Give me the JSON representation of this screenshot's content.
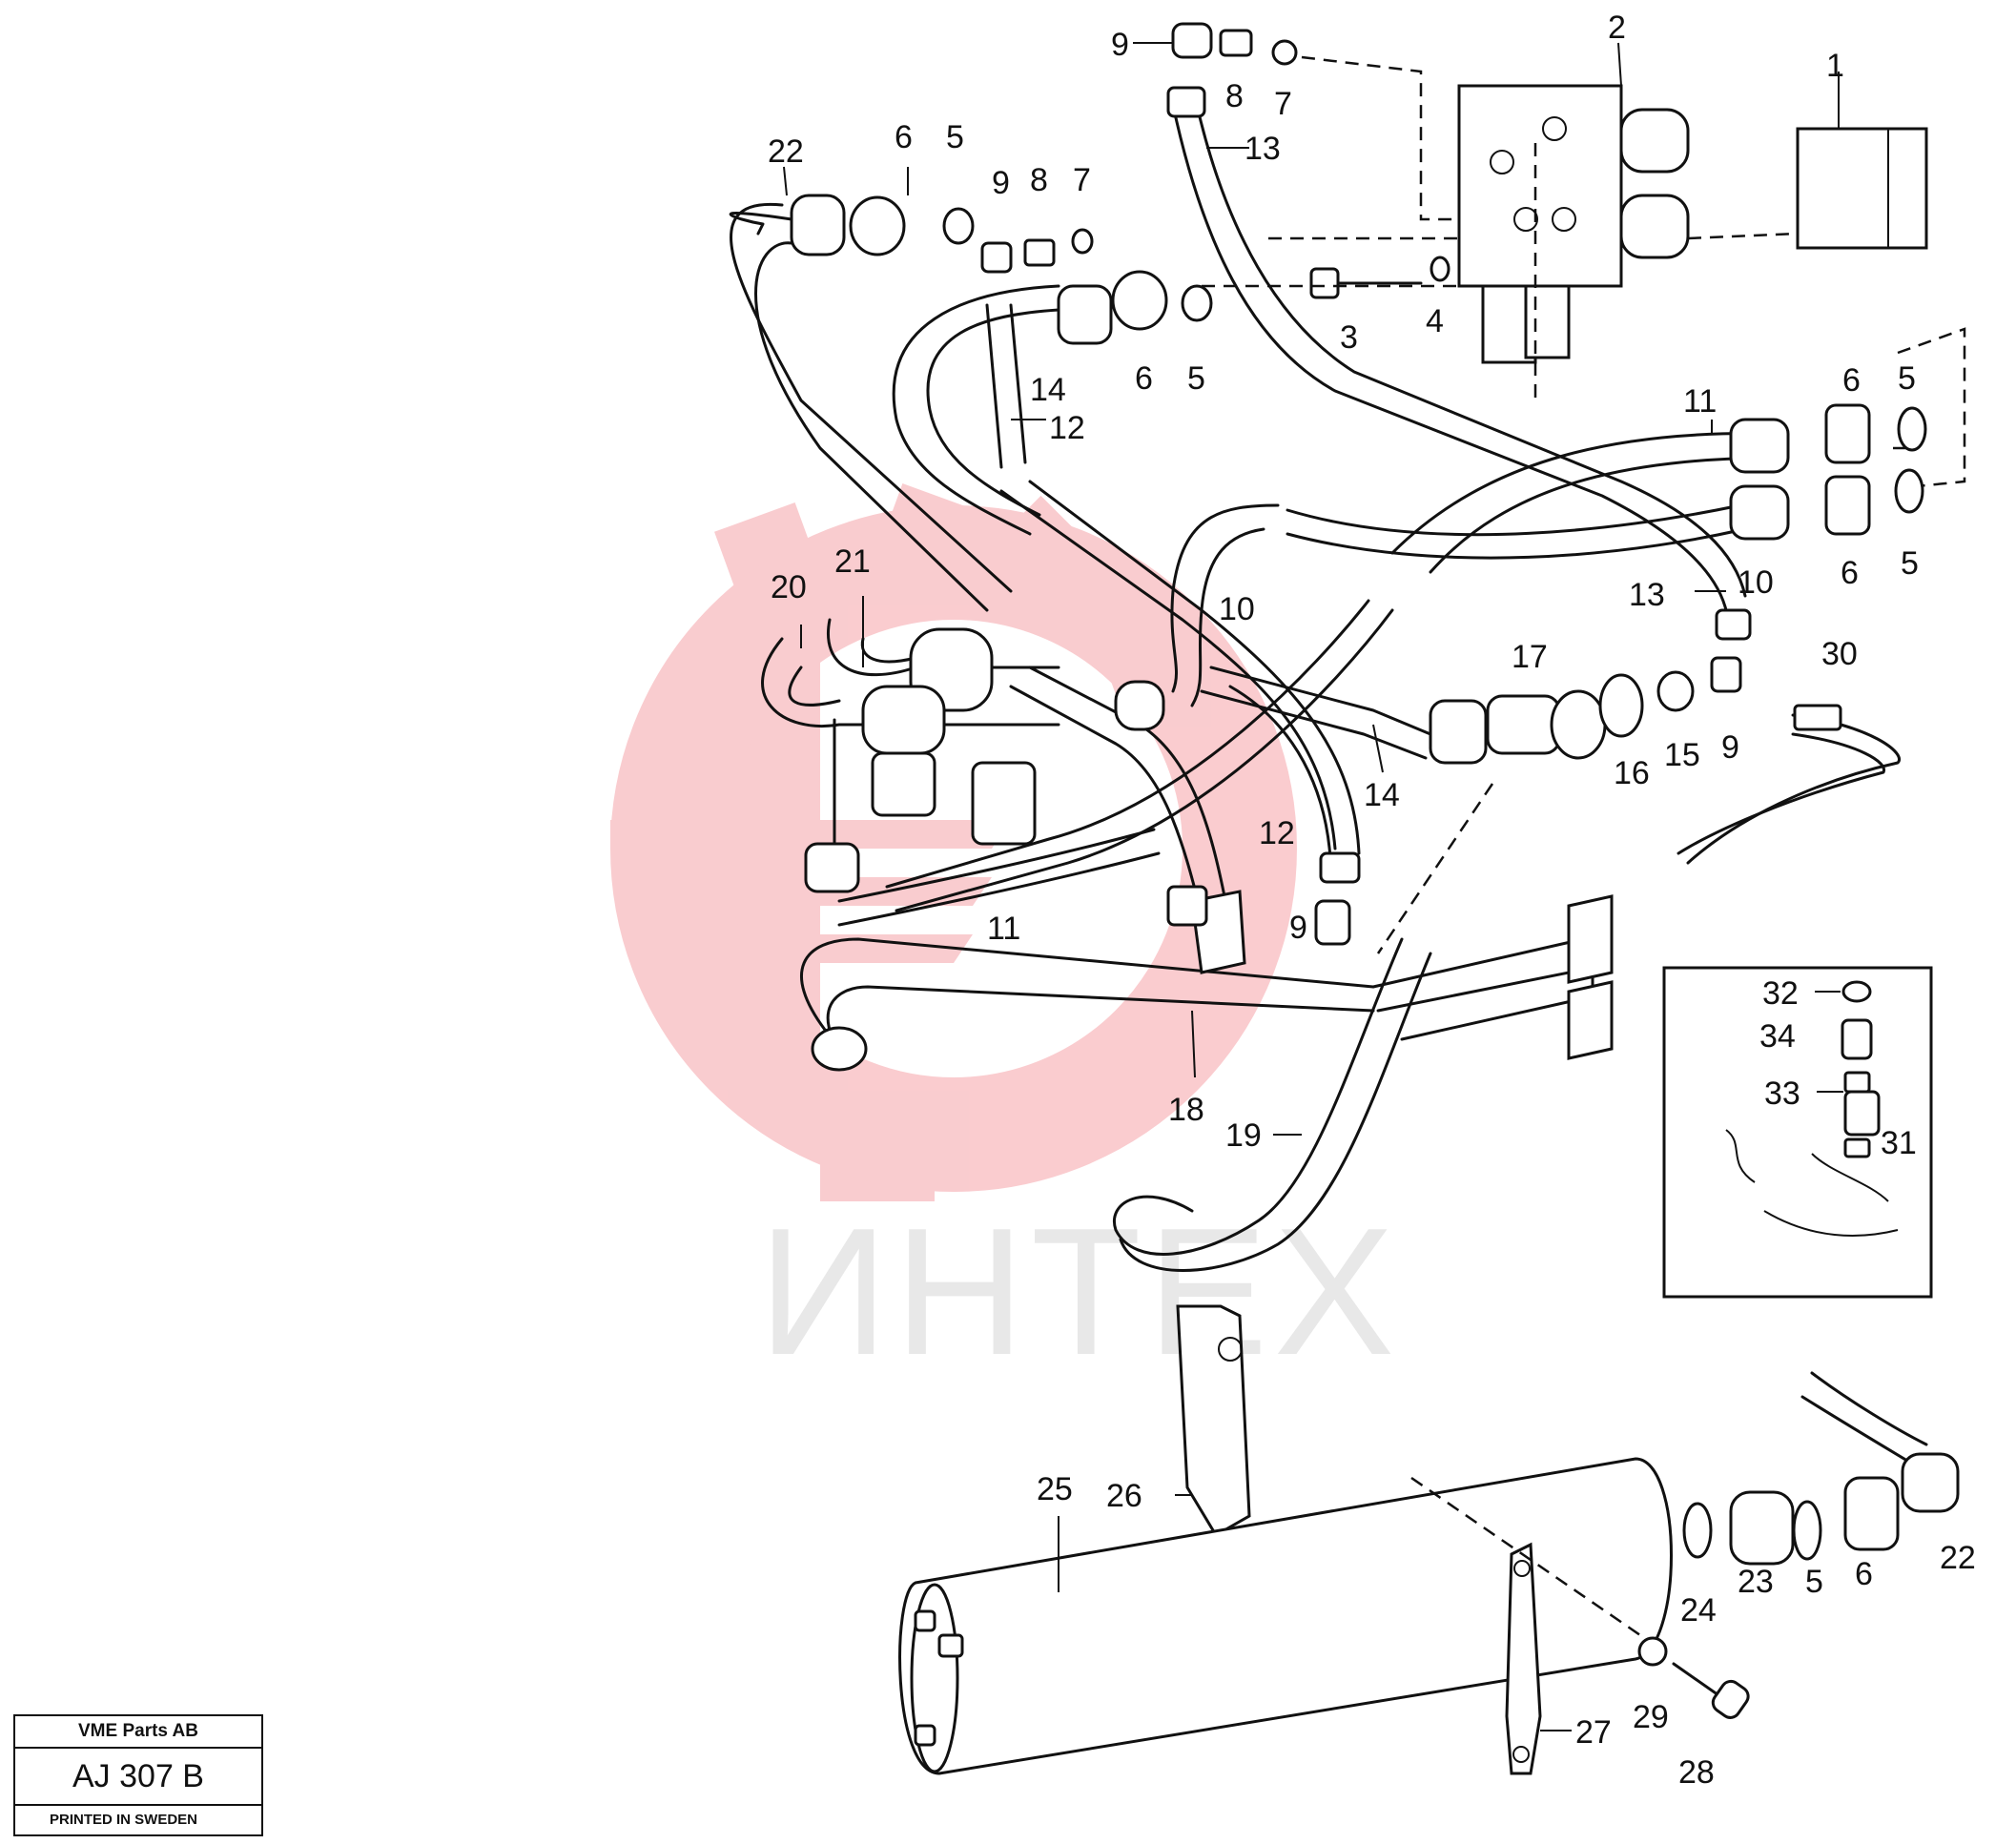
{
  "watermark": {
    "text": "ИНТЕХ",
    "color": "#f5a3a8"
  },
  "title_block": {
    "company": "VME Parts AB",
    "drawing_number": "AJ 307 B",
    "printed": "PRINTED IN SWEDEN"
  },
  "callouts": {
    "c1": "1",
    "c2": "2",
    "c3": "3",
    "c4": "4",
    "c5a": "5",
    "c5b": "5",
    "c5c": "5",
    "c5d": "5",
    "c5e": "5",
    "c6a": "6",
    "c6b": "6",
    "c6c": "6",
    "c6d": "6",
    "c6e": "6",
    "c7a": "7",
    "c7b": "7",
    "c8a": "8",
    "c8b": "8",
    "c9a": "9",
    "c9b": "9",
    "c9c": "9",
    "c9d": "9",
    "c10a": "10",
    "c10b": "10",
    "c11a": "11",
    "c11b": "11",
    "c12a": "12",
    "c12b": "12",
    "c13a": "13",
    "c13b": "13",
    "c14a": "14",
    "c14b": "14",
    "c15": "15",
    "c16": "16",
    "c17": "17",
    "c18": "18",
    "c19": "19",
    "c20": "20",
    "c21": "21",
    "c22a": "22",
    "c22b": "22",
    "c23": "23",
    "c24": "24",
    "c25": "25",
    "c26": "26",
    "c27": "27",
    "c28": "28",
    "c29": "29",
    "c30": "30",
    "c31": "31",
    "c32": "32",
    "c33": "33",
    "c34": "34"
  }
}
